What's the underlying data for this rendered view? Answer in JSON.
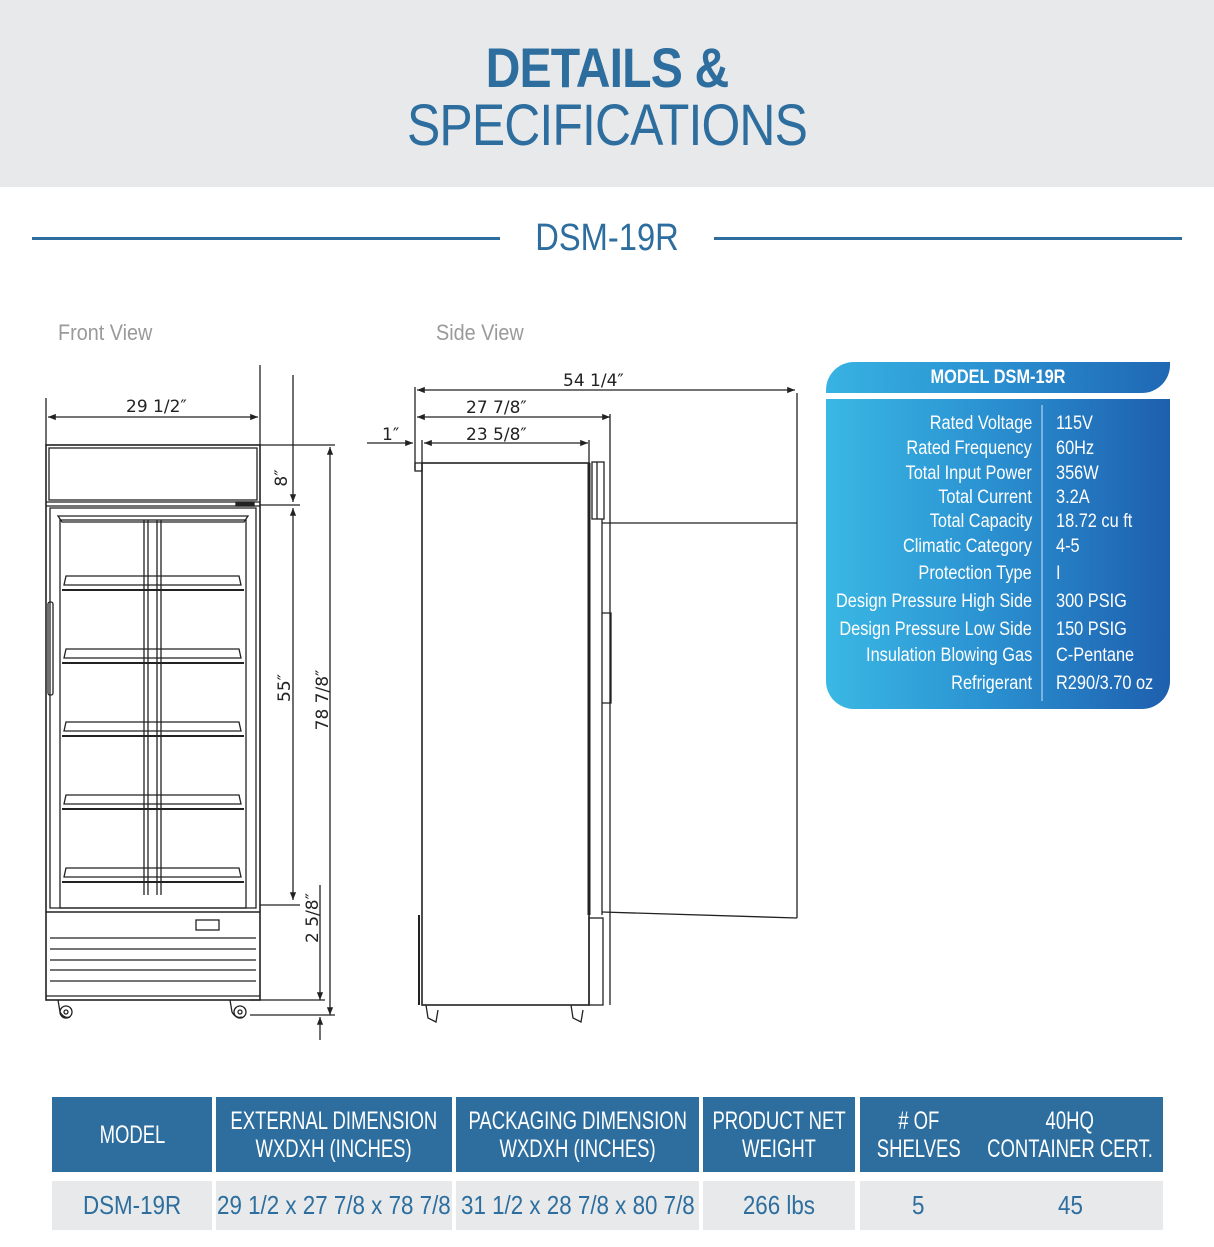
{
  "header": {
    "title_line1": "DETAILS &",
    "title_line2": "SPECIFICATIONS"
  },
  "model_heading": "DSM-19R",
  "views": {
    "front_label": "Front View",
    "side_label": "Side View",
    "front_dimensions": {
      "width": "29 1/2″",
      "top_height": "8″",
      "door_height": "55″",
      "overall_height": "78 7/8″",
      "base_height": "2 5/8″"
    },
    "side_dimensions": {
      "door_open_depth": "54 1/4″",
      "overall_depth": "27 7/8″",
      "cabinet_depth": "23 5/8″",
      "rear_offset": "1″"
    }
  },
  "spec_card": {
    "title": "MODEL DSM-19R",
    "rows": [
      {
        "label": "Rated  Voltage",
        "value": "115V"
      },
      {
        "label": "Rated  Frequency",
        "value": "60Hz"
      },
      {
        "label": "Total Input Power",
        "value": "356W"
      },
      {
        "label": "Total Current",
        "value": "3.2A"
      },
      {
        "label": "Total Capacity",
        "value": "18.72 cu ft"
      },
      {
        "label": "Climatic Category",
        "value": "4-5"
      },
      {
        "label": "Protection Type",
        "value": "I"
      },
      {
        "label": "Design Pressure High Side",
        "value": "300 PSIG"
      },
      {
        "label": "Design Pressure Low Side",
        "value": "150 PSIG"
      },
      {
        "label": "Insulation Blowing Gas",
        "value": "C-Pentane"
      },
      {
        "label": "Refrigerant",
        "value": "R290/3.70 oz"
      }
    ]
  },
  "table": {
    "headers": [
      {
        "line1": "MODEL",
        "line2": ""
      },
      {
        "line1": "EXTERNAL DIMENSION",
        "line2": "WXDXH (INCHES)"
      },
      {
        "line1": "PACKAGING DIMENSION",
        "line2": "WXDXH (INCHES)"
      },
      {
        "line1": "PRODUCT NET",
        "line2": "WEIGHT"
      },
      {
        "line1": "# OF",
        "line2": "SHELVES"
      },
      {
        "line1": "40HQ",
        "line2": "CONTAINER CERT."
      }
    ],
    "rows": [
      [
        "DSM-19R",
        "29 1/2 x 27 7/8 x 78 7/8",
        "31 1/2 x 28 7/8 x 80 7/8",
        "266 lbs",
        "5",
        "45"
      ]
    ]
  },
  "colors": {
    "brand_blue": "#2d6e9e",
    "hero_bg": "#e8e9eb",
    "card_gradient_start": "#3ab8e4",
    "card_gradient_end": "#1e5fae"
  }
}
